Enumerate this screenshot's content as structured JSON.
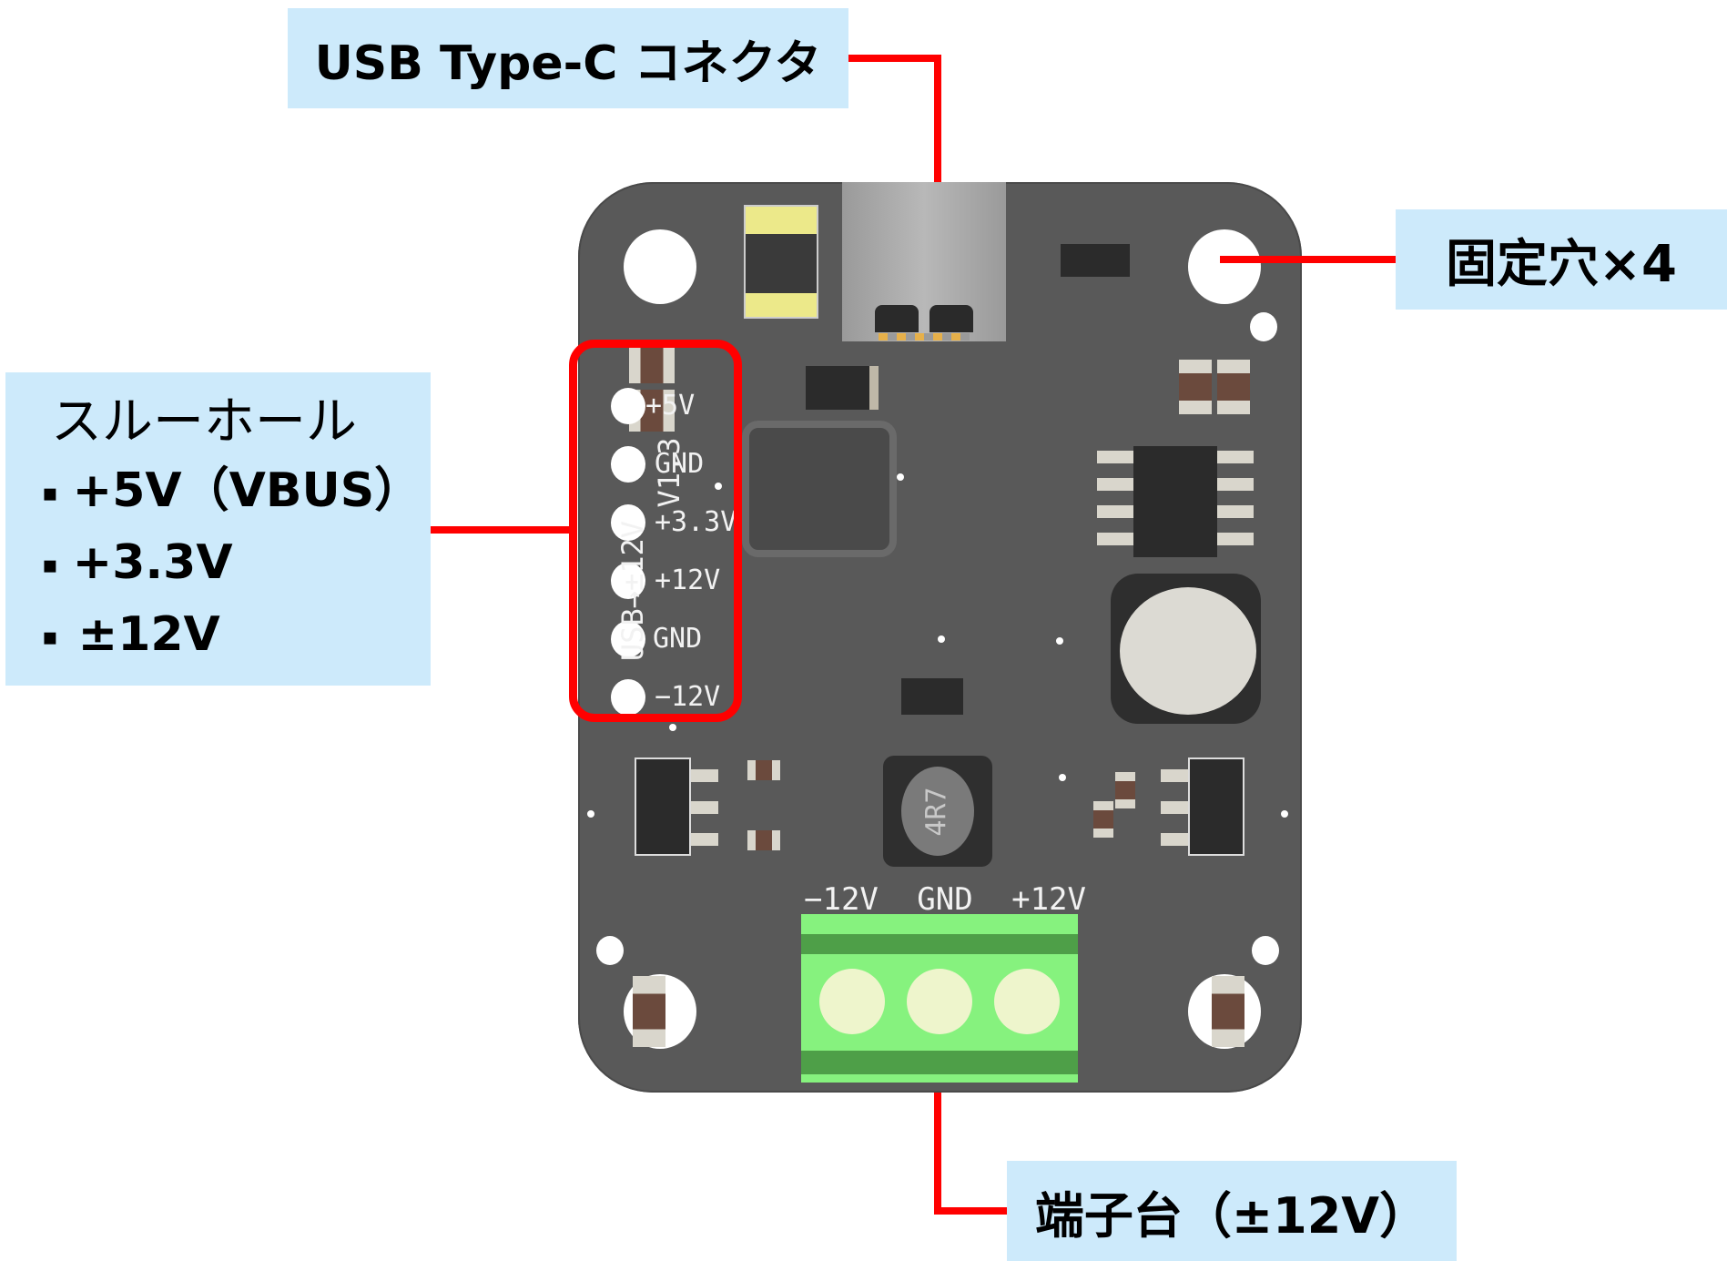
{
  "callouts": {
    "usb": {
      "label": "USB Type-C コネクタ"
    },
    "mount_holes": {
      "label": "固定穴×4"
    },
    "through_holes": {
      "title": "スルーホール",
      "items": [
        "+5V（VBUS）",
        "+3.3V",
        "±12V"
      ],
      "bullet": "▪"
    },
    "terminal": {
      "label": "端子台（±12V）"
    }
  },
  "board": {
    "silkscreen_name": "USB→±12V",
    "silkscreen_version": "V1.3",
    "pin_labels": [
      "+5V",
      "GND",
      "+3.3V",
      "+12V",
      "GND",
      "−12V"
    ],
    "terminal_labels": [
      "−12V",
      "GND",
      "+12V"
    ],
    "inductor_marking": "4R7"
  },
  "colors": {
    "callout_bg": "#cdeafb",
    "leader_line": "#ff0000",
    "pcb": "#595959",
    "terminal_block": "#86f27e"
  }
}
